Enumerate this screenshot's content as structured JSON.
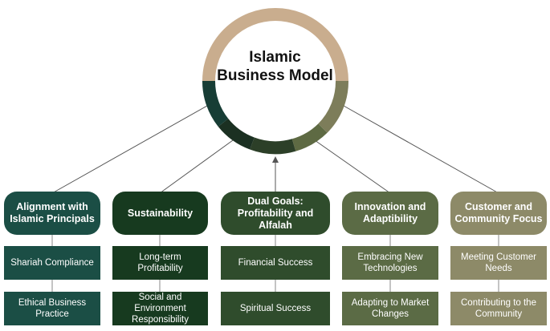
{
  "title": "Islamic Business Model",
  "colors": {
    "ring_tan": "#c9ad8e",
    "ring_olive": "#7d7d5a",
    "ring_olive_mid": "#5e6a43",
    "ring_green_dark": "#2c3f28",
    "ring_teal": "#173d35",
    "connector": "#555555"
  },
  "pillars": [
    {
      "header": "Alignment with Islamic Principals",
      "color": "#1b4e45",
      "items": [
        "Shariah Compliance",
        "Ethical Business Practice"
      ]
    },
    {
      "header": "Sustainability",
      "color": "#173a1f",
      "items": [
        "Long-term Profitability",
        "Social and Environment Responsibility"
      ]
    },
    {
      "header": "Dual Goals: Profitability and Alfalah",
      "color": "#2f4c2c",
      "items": [
        "Financial Success",
        "Spiritual Success"
      ]
    },
    {
      "header": "Innovation and Adaptibility",
      "color": "#5b6b45",
      "items": [
        "Embracing New Technologies",
        "Adapting to Market Changes"
      ]
    },
    {
      "header": "Customer and Community Focus",
      "color": "#8d8a68",
      "items": [
        "Meeting Customer Needs",
        "Contributing to the Community"
      ]
    }
  ]
}
